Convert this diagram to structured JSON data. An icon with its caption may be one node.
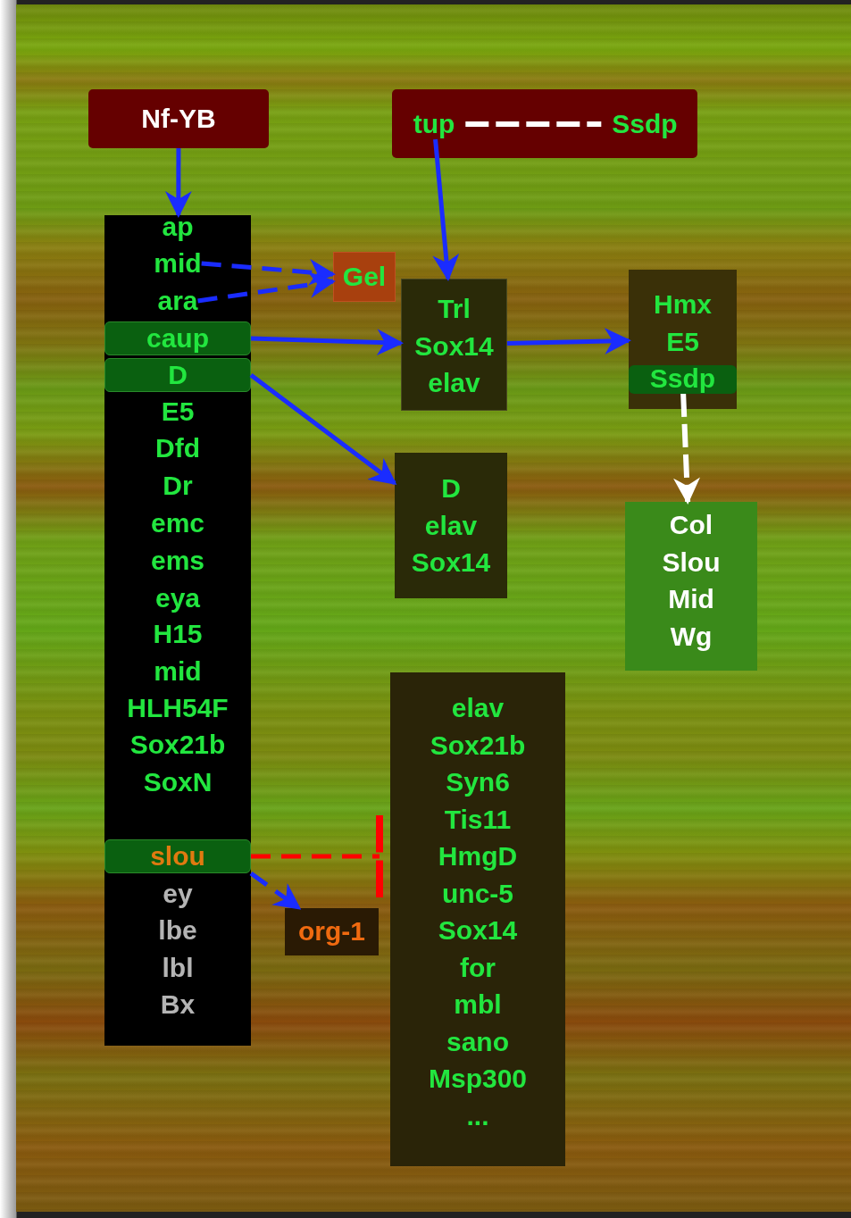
{
  "diagram": {
    "nodes": [
      {
        "text": [
          "Nf-YB"
        ]
      },
      {
        "text": [],
        "shape": "box"
      },
      {
        "text": [
          "tup"
        ],
        "in": 1
      },
      {
        "text": [
          "Ssdp"
        ],
        "in": 1
      },
      {
        "text": [],
        "shape": "box"
      },
      {
        "text": [
          "ap"
        ],
        "in": 4
      },
      {
        "text": [
          "mid"
        ],
        "in": 4
      },
      {
        "text": [
          "ara"
        ],
        "in": 4
      },
      {
        "text": [
          "caup"
        ],
        "in": 4
      },
      {
        "text": [
          "D"
        ],
        "in": 4
      },
      {
        "text": [
          "E5"
        ],
        "in": 4
      },
      {
        "text": [
          "Dfd"
        ],
        "in": 4
      },
      {
        "text": [
          "Dr"
        ],
        "in": 4
      },
      {
        "text": [
          "emc"
        ],
        "in": 4
      },
      {
        "text": [
          "ems"
        ],
        "in": 4
      },
      {
        "text": [
          "eya"
        ],
        "in": 4
      },
      {
        "text": [
          "H15"
        ],
        "in": 4
      },
      {
        "text": [
          "mid"
        ],
        "in": 4
      },
      {
        "text": [
          "HLH54F"
        ],
        "in": 4
      },
      {
        "text": [
          "Sox21b"
        ],
        "in": 4
      },
      {
        "text": [
          "SoxN"
        ],
        "in": 4
      },
      {
        "text": [
          "slou"
        ],
        "in": 4
      },
      {
        "text": [
          "ey"
        ],
        "in": 4
      },
      {
        "text": [
          "lbe"
        ],
        "in": 4
      },
      {
        "text": [
          "lbl"
        ],
        "in": 4
      },
      {
        "text": [
          "Bx"
        ],
        "in": 4
      },
      {
        "text": [
          "Gel"
        ]
      },
      {
        "text": [
          "Trl",
          "Sox14",
          "elav"
        ]
      },
      {
        "text": [
          "Hmx",
          "E5"
        ]
      },
      {
        "text": [
          "Ssdp"
        ],
        "in": 28
      },
      {
        "text": [
          "D",
          "elav",
          "Sox14"
        ]
      },
      {
        "text": [
          "Col",
          "Slou",
          "Mid",
          "Wg"
        ]
      },
      {
        "text": [
          "org-1"
        ]
      },
      {
        "text": [
          "elav",
          "Sox21b",
          "Syn6",
          "Tis11",
          "HmgD",
          "unc-5",
          "Sox14",
          "for",
          "mbl",
          "sano",
          "Msp300",
          "..."
        ]
      }
    ],
    "edges": [
      {
        "from": 2,
        "to": 3,
        "arrow": "none",
        "style": "dashed",
        "color": "#ffffff"
      },
      {
        "from": 0,
        "to": 4,
        "arrow": "to"
      },
      {
        "from": 6,
        "to": 26,
        "arrow": "to",
        "style": "dashed"
      },
      {
        "from": 7,
        "to": 26,
        "arrow": "to",
        "style": "dashed"
      },
      {
        "from": 2,
        "to": 27,
        "arrow": "to"
      },
      {
        "from": 8,
        "to": 27,
        "arrow": "to"
      },
      {
        "from": 27,
        "to": 28,
        "arrow": "to"
      },
      {
        "from": 9,
        "to": 30,
        "arrow": "to"
      },
      {
        "from": 29,
        "to": 31,
        "arrow": "to",
        "style": "dashed",
        "color": "#ffffff"
      },
      {
        "from": 21,
        "to": 33,
        "arrow": "other",
        "style": "dashed",
        "color": "#ff0000"
      },
      {
        "from": 21,
        "to": 32,
        "arrow": "to",
        "style": "dashed"
      }
    ]
  }
}
